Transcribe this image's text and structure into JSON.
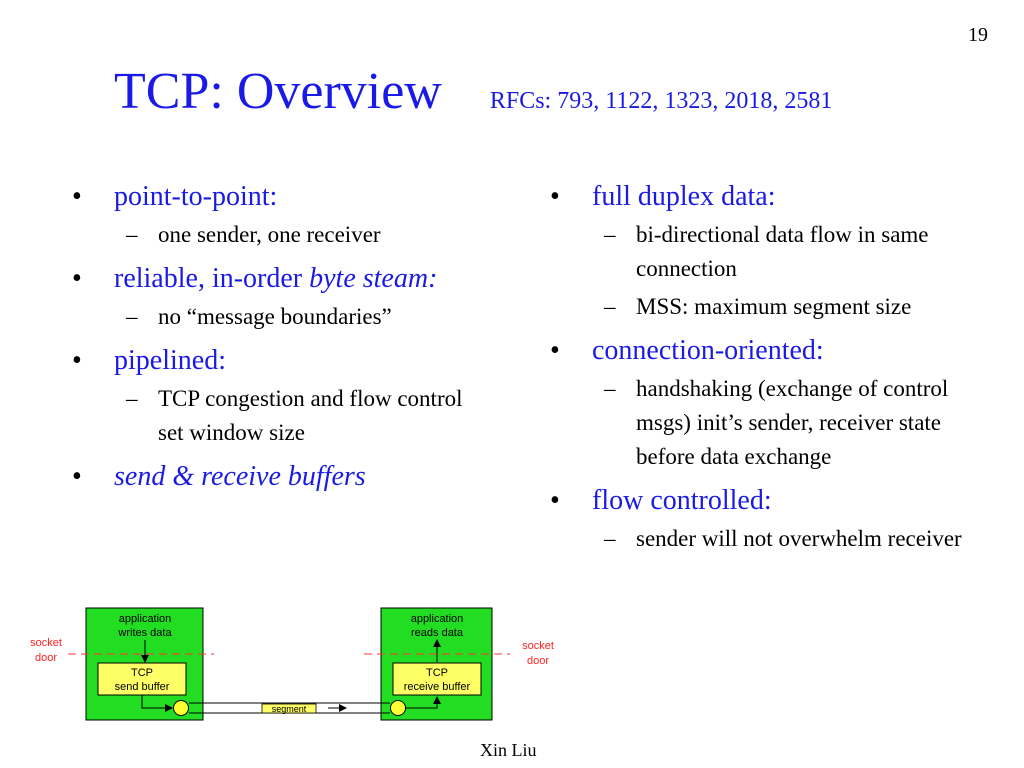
{
  "slide": {
    "number": "19",
    "footer": "Xin Liu"
  },
  "title": {
    "main": "TCP: Overview",
    "rfcs": "RFCs: 793, 1122, 1323, 2018, 2581"
  },
  "left_column": {
    "p2p": {
      "bullet": "point-to-point:",
      "subs": [
        "one sender, one receiver"
      ]
    },
    "reliable": {
      "text": "reliable, in-order ",
      "italic": "byte steam:",
      "subs": [
        "no “message boundaries”"
      ]
    },
    "pipelined": {
      "bullet": "pipelined:",
      "subs": [
        "TCP congestion and flow control set window size"
      ]
    },
    "buffers": {
      "bullet": "send & receive buffers"
    }
  },
  "right_column": {
    "duplex": {
      "bullet": "full duplex data:",
      "subs": [
        "bi-directional data flow in same connection",
        "MSS: maximum segment size"
      ]
    },
    "conn": {
      "bullet": "connection-oriented:",
      "subs": [
        "handshaking (exchange of control msgs) init’s sender, receiver state before data exchange"
      ]
    },
    "flow": {
      "bullet": "flow controlled:",
      "subs": [
        "sender will not overwhelm receiver"
      ]
    }
  },
  "diagram": {
    "left_socket": [
      "socket",
      "door"
    ],
    "right_socket": [
      "socket",
      "door"
    ],
    "sender_app": [
      "application",
      "writes data"
    ],
    "receiver_app": [
      "application",
      "reads data"
    ],
    "send_buffer": [
      "TCP",
      "send buffer"
    ],
    "receive_buffer": [
      "TCP",
      "receive buffer"
    ],
    "segment": "segment",
    "colors": {
      "host": "#22dd22",
      "buffer": "#ffff66",
      "dashed": "#ff3333",
      "socket_text": "#ff2222"
    }
  }
}
